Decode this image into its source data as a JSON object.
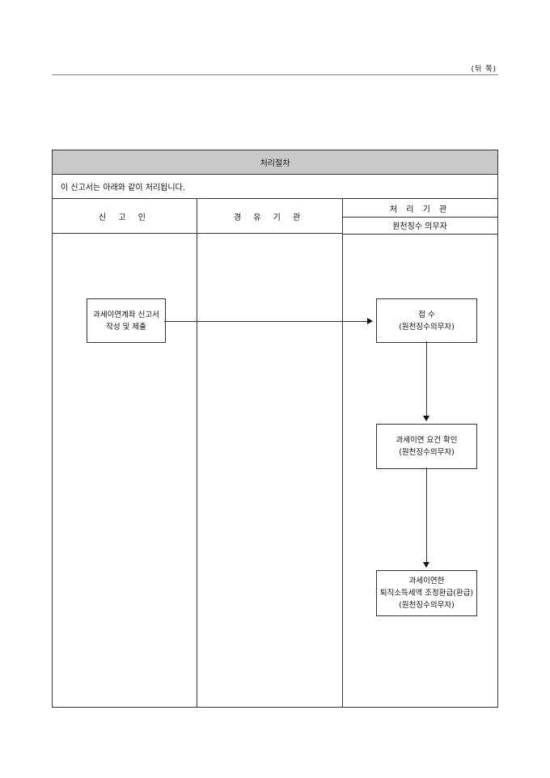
{
  "page_side_label": "(뒤 쪽)",
  "form": {
    "title": "처리절차",
    "intro": "이 신고서는 아래와 같이 처리됩니다.",
    "columns": {
      "applicant": "신 고 인",
      "intermediary": "경 유 기 관",
      "processing": "처 리 기 관",
      "processing_sub": "원천징수 의무자"
    },
    "steps": {
      "submit": [
        "과세이연계좌 신고서",
        "작성 및 제출"
      ],
      "receive": [
        "접 수",
        "(원천징수의무자)"
      ],
      "confirm": [
        "과세이연 요건 확인",
        "(원천징수의무자)"
      ],
      "refund": [
        "과세이연한",
        "퇴직소득세액 조정환급(환급)",
        "(원천징수의무자)"
      ]
    }
  }
}
